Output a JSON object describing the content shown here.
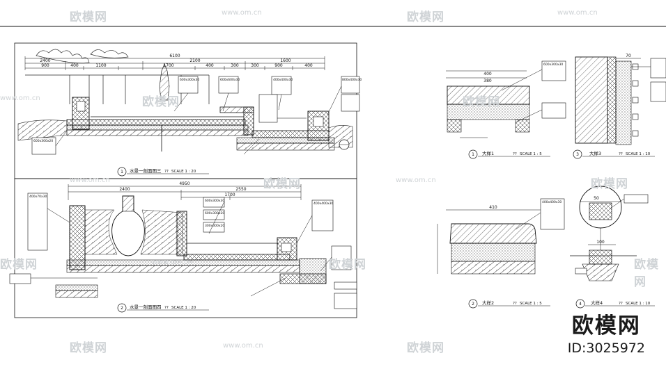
{
  "watermark": {
    "cn": "欧模网",
    "url": "www.om.cn"
  },
  "brand": {
    "logo": "欧模网",
    "id": "ID:3025972"
  },
  "drawings": {
    "d1": {
      "num": "1",
      "title": "水景一剖面图三",
      "scale_prefix": "??",
      "scale": "SCALE 1 : 20",
      "dims_top": [
        "6100"
      ],
      "dims_2": [
        "2400",
        "2100",
        "1600"
      ],
      "dims_3": [
        "900",
        "400",
        "1100",
        "1700",
        "400",
        "300",
        "300",
        "900",
        "400"
      ]
    },
    "d2": {
      "num": "2",
      "title": "水景一剖面图四",
      "scale_prefix": "??",
      "scale": "SCALE 1 : 20",
      "dims_top": [
        "4950"
      ],
      "dims_2": [
        "2400",
        "2550"
      ],
      "dims_3": [
        "1700"
      ]
    },
    "t1": {
      "num": "1",
      "title": "大样1",
      "scale_prefix": "??",
      "scale": "SCALE 1 : 5",
      "dims": [
        "400",
        "380"
      ]
    },
    "t2": {
      "num": "2",
      "title": "大样2",
      "scale_prefix": "??",
      "scale": "SCALE 1 : 5",
      "dims": [
        "410"
      ]
    },
    "t3": {
      "num": "3",
      "title": "大样3",
      "scale_prefix": "??",
      "scale": "SCALE 1 : 10",
      "dims": [
        "70"
      ]
    },
    "t4": {
      "num": "4",
      "title": "大样4",
      "scale_prefix": "??",
      "scale": "SCALE 1 : 10",
      "dims": [
        "100",
        "50"
      ]
    }
  },
  "callouts": [
    "600x300x30",
    "600x600x30",
    "400x400x30",
    "800x400x30",
    "600x300x20",
    "400x70x30",
    "300x300x20"
  ]
}
